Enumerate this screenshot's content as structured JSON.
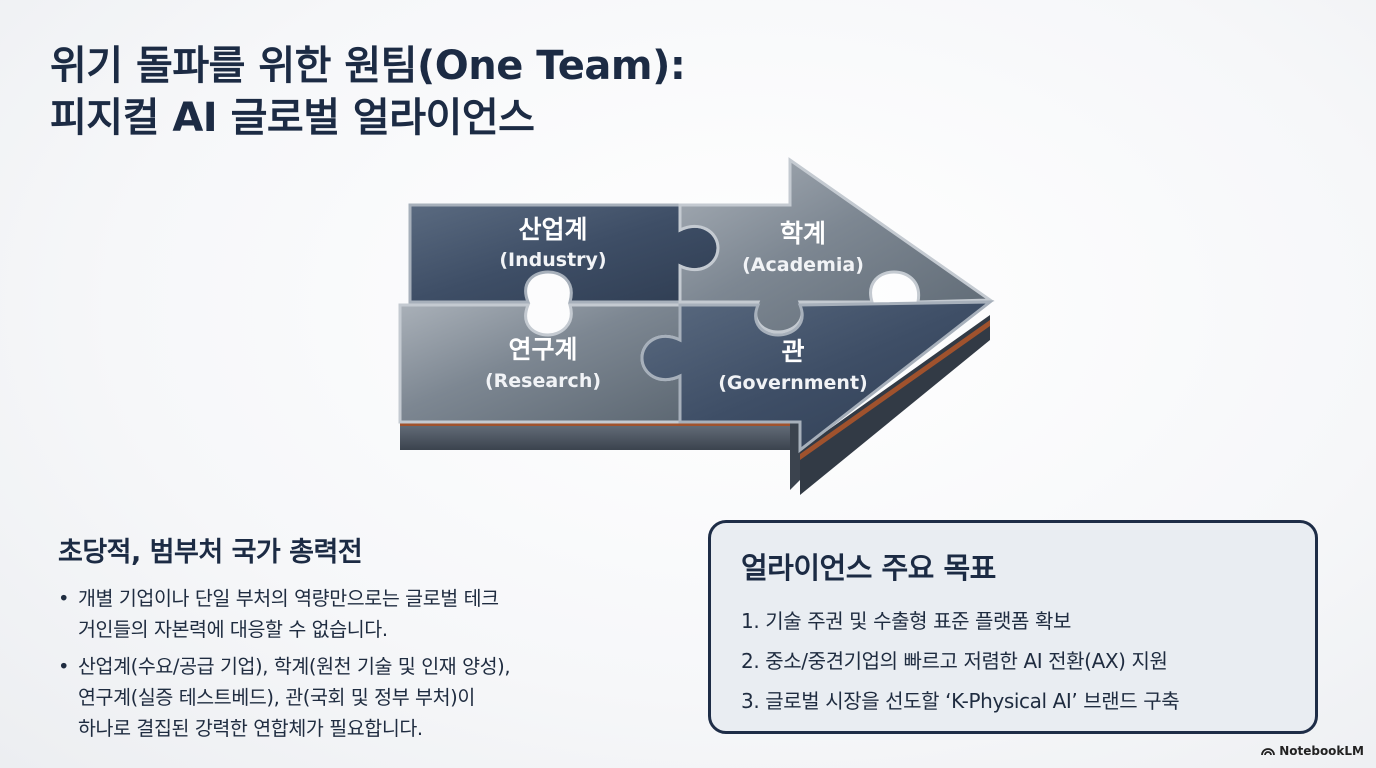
{
  "title": {
    "line1": "위기 돌파를 위한 원팀(One Team):",
    "line2": "피지컬 AI 글로벌 얼라이언스"
  },
  "puzzle": {
    "industry": {
      "kr": "산업계",
      "en": "(Industry)"
    },
    "academia": {
      "kr": "학계",
      "en": "(Academia)"
    },
    "research": {
      "kr": "연구계",
      "en": "(Research)"
    },
    "government": {
      "kr": "관",
      "en": "(Government)"
    }
  },
  "left_section": {
    "heading": "초당적, 범부처 국가 총력전",
    "bullets": [
      {
        "line1": "개별 기업이나 단일 부처의 역량만으로는 글로벌 테크",
        "line2": "거인들의 자본력에 대응할 수 없습니다."
      },
      {
        "line1": "산업계(수요/공급 기업), 학계(원천 기술 및 인재 양성),",
        "line2": "연구계(실증 테스트베드), 관(국회 및 정부 부처)이",
        "line3": "하나로 결집된 강력한 연합체가 필요합니다."
      }
    ]
  },
  "goals": {
    "heading": "얼라이언스 주요 목표",
    "items": [
      "1.  기술 주권 및 수출형 표준 플랫폼 확보",
      "2. 중소/중견기업의 빠르고 저렴한 AI 전환(AX) 지원",
      "3. 글로벌 시장을 선도할 ‘K-Physical AI’ 브랜드 구축"
    ]
  },
  "brand": {
    "name": "NotebookLM",
    "icon": "notebooklm-logo-icon"
  },
  "colors": {
    "title": "#1c2b44",
    "box_border": "#1e2d47",
    "box_bg": "#e9edf2",
    "piece_dark": "#3f5068",
    "piece_light": "#8a939e",
    "copper": "#a0522d"
  }
}
